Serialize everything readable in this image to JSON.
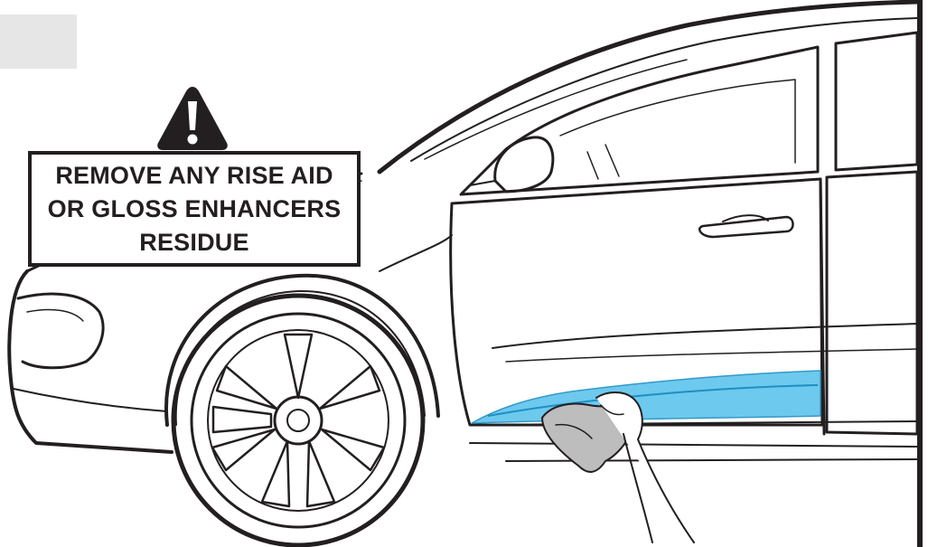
{
  "notice": {
    "lines": [
      "REMOVE ANY RISE AID",
      "OR GLOSS ENHANCERS",
      "RESIDUE"
    ]
  },
  "icons": {
    "warning": "warning-triangle-icon",
    "hand": "hand-with-cloth-icon"
  },
  "colors": {
    "line": "#231f20",
    "highlight": "#5ec4ec",
    "highlight_stroke": "#1e8fc4",
    "tab": "#e6e6e6",
    "background": "#ffffff"
  }
}
